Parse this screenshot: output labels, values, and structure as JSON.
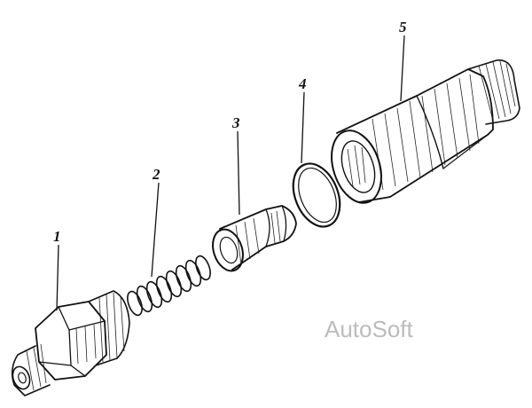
{
  "callouts": {
    "one": "1",
    "two": "2",
    "three": "3",
    "four": "4",
    "five": "5"
  },
  "watermark": "AutoSoft"
}
